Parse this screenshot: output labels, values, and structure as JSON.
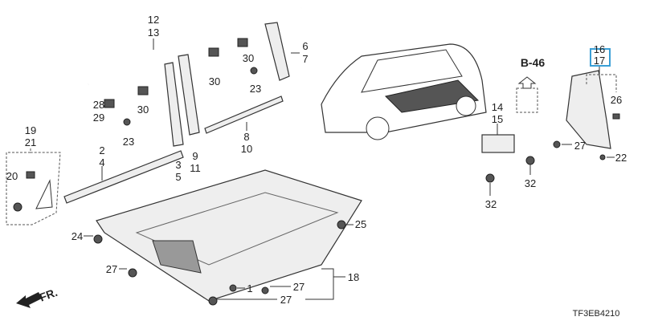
{
  "diagram": {
    "labels": {
      "l12": "12",
      "l13": "13",
      "l6": "6",
      "l7": "7",
      "l16": "16",
      "l17": "17",
      "b46": "B-46",
      "l30a": "30",
      "l30b": "30",
      "l30c": "30",
      "l28": "28",
      "l29": "29",
      "l23a": "23",
      "l23b": "23",
      "l19": "19",
      "l21": "21",
      "l2": "2",
      "l4": "4",
      "l9": "9",
      "l11": "11",
      "l3": "3",
      "l5": "5",
      "l8": "8",
      "l10": "10",
      "l14": "14",
      "l15": "15",
      "l26": "26",
      "l27a": "27",
      "l22": "22",
      "l32a": "32",
      "l32b": "32",
      "l20": "20",
      "l25": "25",
      "l24": "24",
      "l27b": "27",
      "l1": "1",
      "l27c": "27",
      "l18": "18",
      "l27d": "27"
    },
    "front_arrow": "FR.",
    "code": "TF3EB4210",
    "highlight_color": "#3a9fd6"
  }
}
